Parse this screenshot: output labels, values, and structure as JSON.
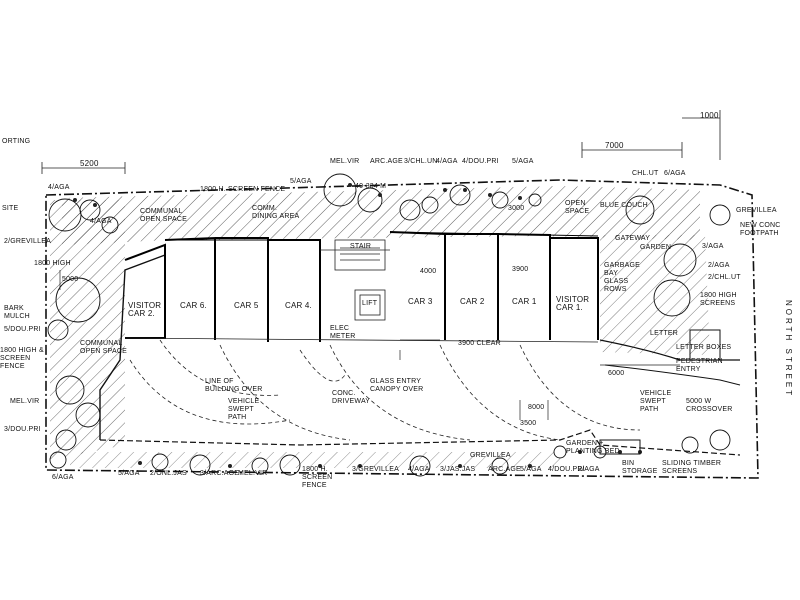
{
  "corner_text": "orting",
  "north_street": "NORTH STREET",
  "dims": {
    "d5200": "5200",
    "d7000": "7000",
    "d1000": "1000",
    "d5000": "5000",
    "d4000": "4000",
    "d3900": "3900",
    "d3000": "3000",
    "d6000": "6000",
    "d8000": "8000",
    "d5000w": "5000 W",
    "d1800h": "1800 HIGH",
    "d40334": "40-334 M",
    "d3900clear": "3900 CLEAR",
    "d3500": "3500"
  },
  "rooms": {
    "visitor2": "VISITOR CAR 2.",
    "car6": "CAR 6.",
    "car5": "CAR 5",
    "car4": "CAR 4.",
    "car3": "CAR 3",
    "car2": "CAR 2",
    "car1": "CAR 1",
    "visitor1": "VISITOR CAR 1."
  },
  "notes": {
    "fence_top": "1800 H. SCREEN FENCE",
    "communal_open": "COMMUNAL OPEN SPACE",
    "communal_dining": "COMM. DINING AREA",
    "open_space": "OPEN SPACE",
    "blue_couch": "BLUE COUCH",
    "new_conc_footpath": "NEW CONC FOOTPATH",
    "stair": "STAIR",
    "lift": "LIFT",
    "elec_meter": "ELEC METER",
    "line_of_building": "LINE OF BUILDING OVER",
    "vehicle_swept": "VEHICLE SWEPT PATH",
    "conc_driveway": "CONC. DRIVEWAY",
    "glass_entry": "GLASS ENTRY CANOPY OVER",
    "letter_boxes": "LETTER BOXES",
    "pedestrian_entry": "PEDESTRIAN ENTRY",
    "vehicle_swept_path": "VEHICLE SWEPT PATH",
    "crossover": "5000 W CROSSOVER",
    "garden_planting": "GARDEN + PLANTING BED",
    "sliding_screens": "SLIDING TIMBER SCREENS",
    "bin_storage": "BIN STORAGE",
    "fence_bottom": "1800 H. SCREEN FENCE",
    "site": "SITE",
    "bark_mulch": "BARK MULCH",
    "fence_left": "1800 HIGH & SCREEN FENCE",
    "communal_open_left": "COMMUNAL OPEN SPACE",
    "screens": "1800 HIGH SCREENS",
    "garbage": "GARBAGE BAY",
    "glass_rows": "GLASS ROWS",
    "gateway": "GATEWAY",
    "garden": "GARDEN",
    "letter": "LETTER"
  },
  "plants": {
    "t_aga4": "4/AGA",
    "t_mel": "MEL.VIR",
    "t_arc": "ARC.AGE",
    "t_chl": "3/CHL.UN",
    "t_aga4b": "4/AGA",
    "t_pri": "4/DOU.PRI",
    "t_aga5": "5/AGA",
    "t_aga5b": "5/AGA",
    "t_chl2": "CHL.UT",
    "t_aga6": "6/AGA",
    "t_grev": "GREVILLEA",
    "t_aga3": "3/AGA",
    "t_aga2": "2/AGA",
    "t_chl3": "2/CHL.UT",
    "l_aga4": "4/AGA",
    "l_grev": "2/GREVILLEA",
    "l_pri": "5/DOU.PRI",
    "l_mel": "MEL.VIR",
    "l_pri2": "3/DOU.PRI",
    "b_aga6": "6/AGA",
    "b_aga5": "5/AGA",
    "b_jas": "2/ONL.JAS",
    "b_arc": "3/ARC.AGE",
    "b_mel": "MEL.VIR",
    "b_grev": "3/GREVILLEA",
    "b_aga4": "4/AGA",
    "b_jas2": "3/JAS.JAS",
    "b_arc2": "ARC.AGE",
    "b_aga5b": "5/AGA",
    "b_pri": "4/DOU.PRI",
    "b_grev2": "GREVILLEA",
    "b_aga2": "2/AGA"
  }
}
